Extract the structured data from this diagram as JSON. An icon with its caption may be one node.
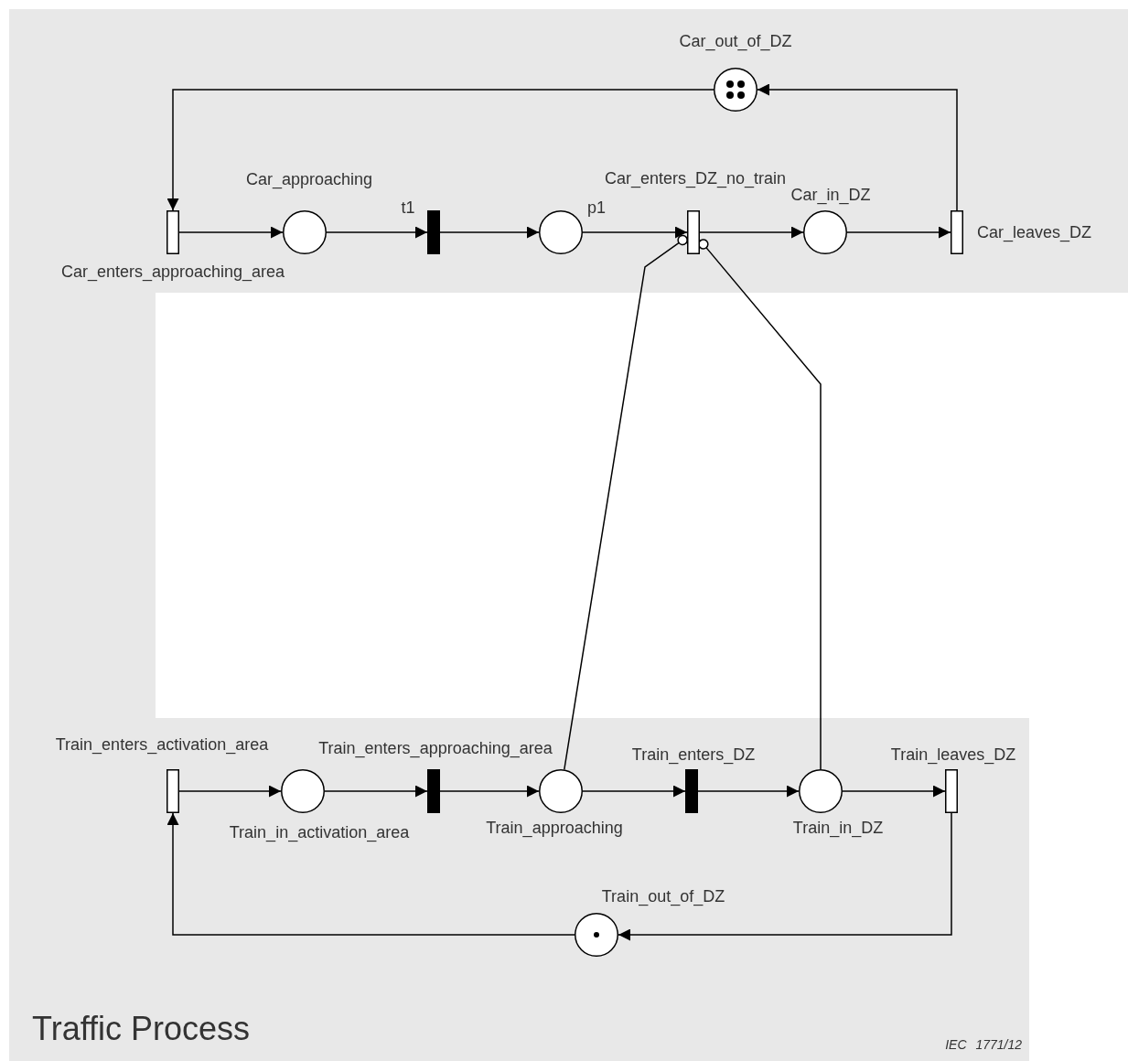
{
  "diagram": {
    "nodes": [
      {
        "text": [],
        "shape": "circle",
        "beside": [
          "Car_out_of_DZ"
        ]
      },
      {
        "text": [],
        "shape": "bar",
        "beside": [
          "Car_enters_approaching_area"
        ]
      },
      {
        "text": [],
        "shape": "circle",
        "beside": [
          "Car_approaching"
        ]
      },
      {
        "text": [],
        "shape": "bar",
        "beside": [
          "t1"
        ]
      },
      {
        "text": [],
        "shape": "circle",
        "beside": [
          "p1"
        ]
      },
      {
        "text": [],
        "shape": "bar",
        "beside": [
          "Car_enters_DZ_no_train"
        ]
      },
      {
        "text": [],
        "shape": "circle",
        "beside": [
          "Car_in_DZ"
        ]
      },
      {
        "text": [],
        "shape": "bar",
        "beside": [
          "Car_leaves_DZ"
        ]
      },
      {
        "text": [],
        "shape": "bar",
        "beside": [
          "Train_enters_activation_area"
        ]
      },
      {
        "text": [],
        "shape": "circle",
        "beside": [
          "Train_in_activation_area"
        ]
      },
      {
        "text": [],
        "shape": "bar",
        "beside": [
          "Train_enters_approaching_area"
        ]
      },
      {
        "text": [],
        "shape": "circle",
        "beside": [
          "Train_approaching"
        ]
      },
      {
        "text": [],
        "shape": "bar",
        "beside": [
          "Train_enters_DZ"
        ]
      },
      {
        "text": [],
        "shape": "circle",
        "beside": [
          "Train_in_DZ"
        ]
      },
      {
        "text": [],
        "shape": "bar",
        "beside": [
          "Train_leaves_DZ"
        ]
      },
      {
        "text": [],
        "shape": "circle",
        "beside": [
          "Train_out_of_DZ"
        ]
      }
    ],
    "edges": [
      {
        "from": 0,
        "to": 1,
        "arrow": "to"
      },
      {
        "from": 1,
        "to": 2,
        "arrow": "to"
      },
      {
        "from": 2,
        "to": 3,
        "arrow": "to"
      },
      {
        "from": 3,
        "to": 4,
        "arrow": "to"
      },
      {
        "from": 4,
        "to": 5,
        "arrow": "to"
      },
      {
        "from": 5,
        "to": 6,
        "arrow": "to"
      },
      {
        "from": 6,
        "to": 7,
        "arrow": "to"
      },
      {
        "from": 7,
        "to": 0,
        "arrow": "to"
      },
      {
        "from": 8,
        "to": 9,
        "arrow": "to"
      },
      {
        "from": 9,
        "to": 10,
        "arrow": "to"
      },
      {
        "from": 10,
        "to": 11,
        "arrow": "to"
      },
      {
        "from": 11,
        "to": 12,
        "arrow": "to"
      },
      {
        "from": 12,
        "to": 13,
        "arrow": "to"
      },
      {
        "from": 13,
        "to": 14,
        "arrow": "to"
      },
      {
        "from": 14,
        "to": 15,
        "arrow": "to"
      },
      {
        "from": 15,
        "to": 8,
        "arrow": "to"
      },
      {
        "from": 11,
        "to": 5,
        "arrow": "other"
      },
      {
        "from": 13,
        "to": 5,
        "arrow": "other"
      }
    ],
    "labels": [
      "Traffic Process",
      "IEC 1771/12"
    ]
  }
}
